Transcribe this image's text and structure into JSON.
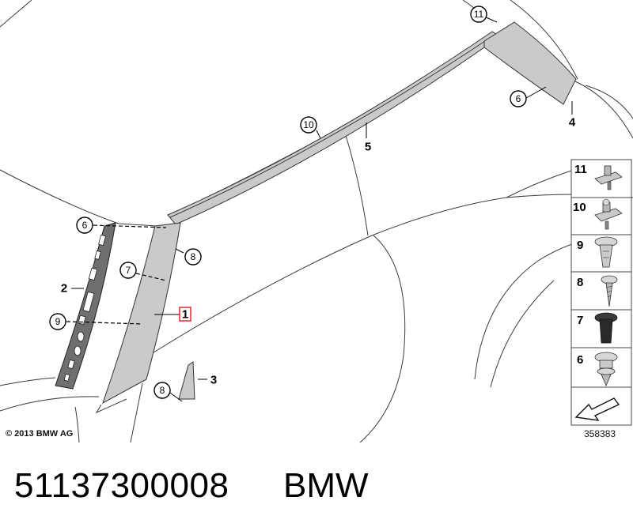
{
  "callouts": {
    "c11": "11",
    "c6_top": "6",
    "c10": "10",
    "c6_left": "6",
    "c7": "7",
    "c8_pillar": "8",
    "c9": "9",
    "c8_bottom": "8"
  },
  "part_labels": {
    "p1": "1",
    "p2": "2",
    "p3": "3",
    "p4": "4",
    "p5": "5"
  },
  "legend": [
    {
      "num": "11",
      "icon": "clip-11-icon"
    },
    {
      "num": "10",
      "icon": "clip-10-icon"
    },
    {
      "num": "9",
      "icon": "expanding-rivet-icon"
    },
    {
      "num": "8",
      "icon": "screw-icon"
    },
    {
      "num": "7",
      "icon": "grommet-nut-icon"
    },
    {
      "num": "6",
      "icon": "fir-tree-clip-icon"
    }
  ],
  "copyright": "© 2013 BMW AG",
  "diagram_code": "358383",
  "part_number": "51137300008",
  "brand": "BMW",
  "highlight_color": "#e8333a"
}
